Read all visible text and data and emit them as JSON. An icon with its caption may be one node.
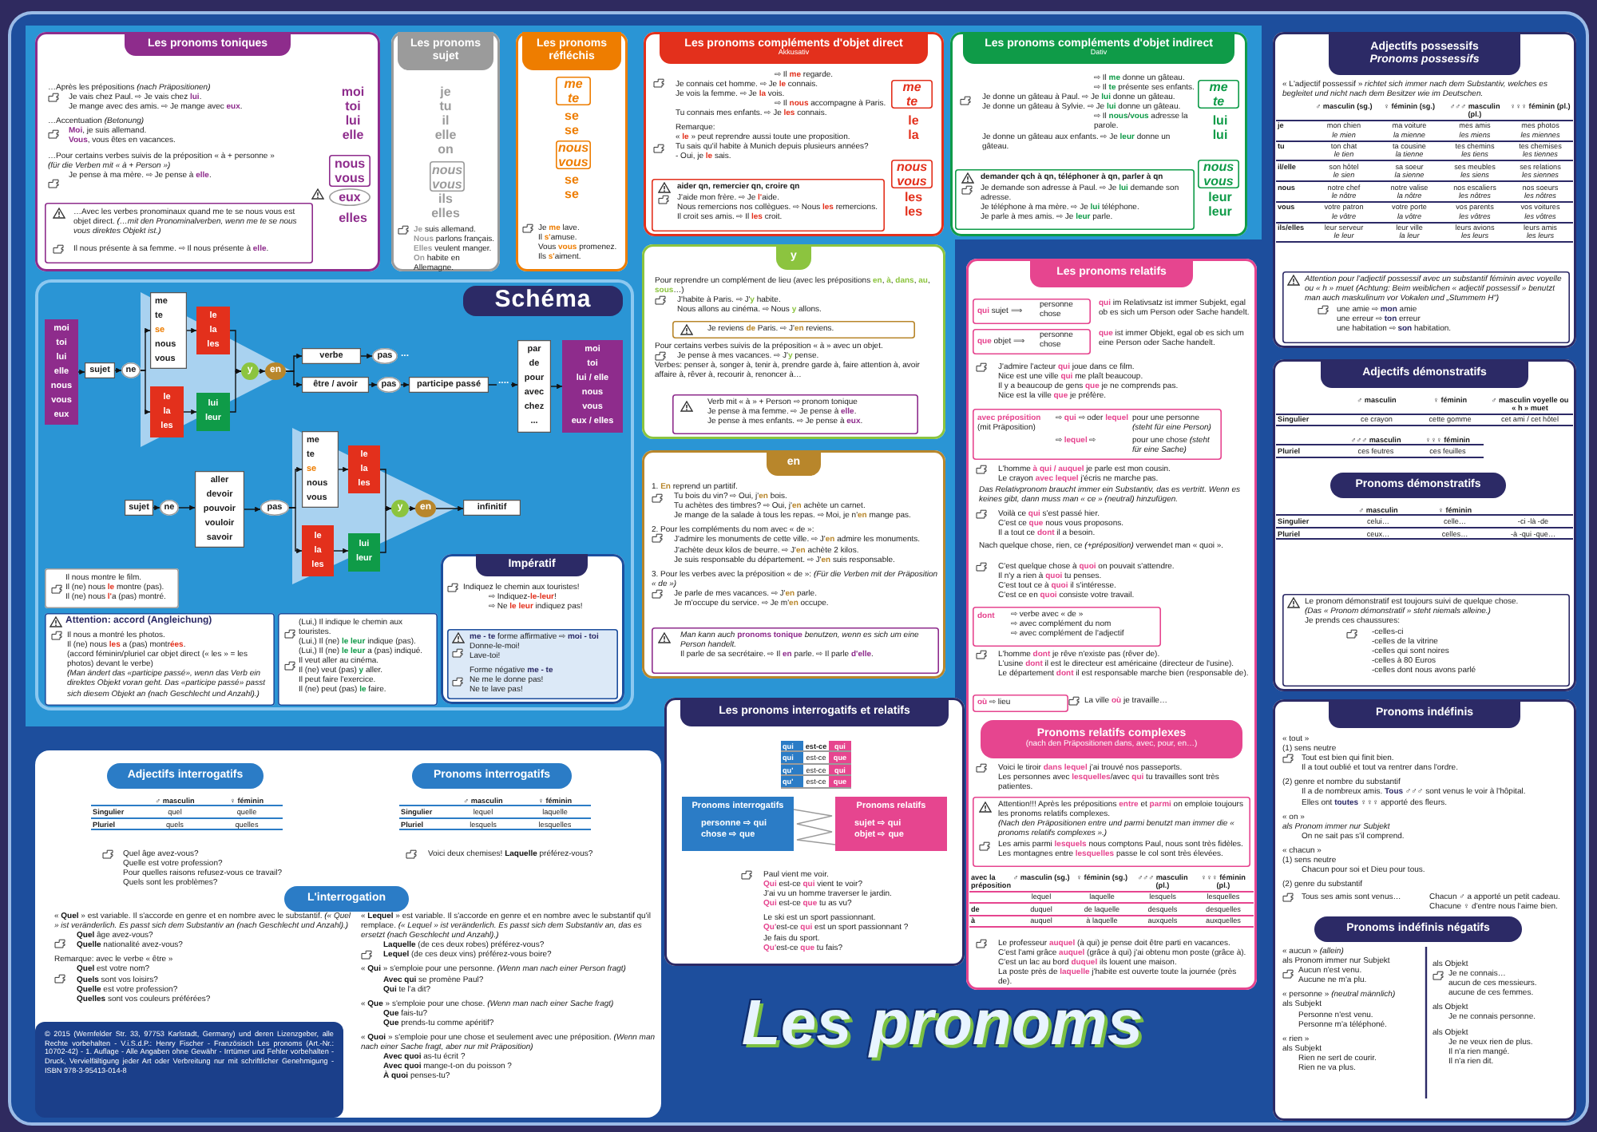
{
  "diagram": {
    "title": "Les pronoms",
    "nodes": [
      {
        "text": [
          "Les pronoms toniques",
          "…Après les prépositions *(nach Präpositionen)*",
          "Je vais chez Paul. ⇨ Je vais chez **lui**.",
          "Je mange avec des amis. ⇨ Je mange avec **eux**.",
          "…Accentuation *(Betonung)*",
          "**Moi**, je suis allemand.",
          "**Vous**, vous êtes en vacances.",
          "…Pour certains verbes suivis de la préposition « à + personne »",
          "(für die Verben mit « à + Person »)",
          "Je pense à ma mère. ⇨ Je pense à **elle**.",
          "moi",
          "toi",
          "lui",
          "elle",
          "elles"
        ]
      },
      {
        "text": [
          "nous",
          "vous"
        ],
        "in": 0
      },
      {
        "text": [
          "eux"
        ],
        "in": 0
      },
      {
        "text": [
          "…Avec les verbes pronominaux quand me te se nous vous est objet direct. *(…mit den Pronominalverben, wenn me te se nous vous direktes Objekt ist.)*",
          "Il nous présente à sa femme. ⇨ Il nous présente à **elle**."
        ],
        "in": 0
      },
      {
        "text": [
          "Les pronoms sujet",
          "je",
          "tu",
          "il",
          "elle",
          "on",
          "ils",
          "elles",
          "**Je** suis allemand.",
          "**Nous** parlons français.",
          "**Elles** veulent manger.",
          "**On** habite en Allemagne."
        ]
      },
      {
        "text": [
          "nous",
          "vous"
        ],
        "in": 4
      },
      {
        "text": [
          "Les pronoms réfléchis",
          "se",
          "se",
          "se",
          "se",
          "Je **me** lave.",
          "Il **s'**amuse.",
          "Vous **vous** promenez.",
          "Ils **s'**aiment."
        ]
      },
      {
        "text": [
          "me",
          "te"
        ],
        "in": 6
      },
      {
        "text": [
          "nous",
          "vous"
        ],
        "in": 6
      },
      {
        "text": [
          "Schéma"
        ]
      },
      {
        "text": [
          "moi",
          "toi",
          "lui",
          "elle",
          "nous",
          "vous",
          "eux"
        ],
        "in": 9
      },
      {
        "text": [
          "sujet"
        ],
        "in": 9
      },
      {
        "text": [
          "ne"
        ],
        "in": 9
      },
      {
        "text": [
          "me",
          "te",
          "se",
          "nous",
          "vous"
        ],
        "in": 9
      },
      {
        "text": [
          "le",
          "la",
          "les"
        ],
        "in": 9
      },
      {
        "text": [
          "le",
          "la",
          "les"
        ],
        "in": 9
      },
      {
        "text": [
          "lui",
          "leur"
        ],
        "in": 9
      },
      {
        "text": [
          "y"
        ],
        "in": 9
      },
      {
        "text": [
          "en"
        ],
        "in": 9
      },
      {
        "text": [
          "verbe"
        ],
        "in": 9
      },
      {
        "text": [
          "pas"
        ],
        "in": 9,
        "beside": [
          "..."
        ]
      },
      {
        "text": [
          "être / avoir"
        ],
        "in": 9
      },
      {
        "text": [
          "pas"
        ],
        "in": 9
      },
      {
        "text": [
          "participe passé"
        ],
        "in": 9
      },
      {
        "text": [
          "par",
          "de",
          "pour",
          "avec",
          "chez",
          "..."
        ],
        "in": 9
      },
      {
        "text": [
          "moi",
          "toi",
          "lui / elle",
          "nous",
          "vous",
          "eux / elles"
        ],
        "in": 9
      },
      {
        "text": [
          "sujet"
        ],
        "in": 9
      },
      {
        "text": [
          "ne"
        ],
        "in": 9
      },
      {
        "text": [
          "aller",
          "devoir",
          "pouvoir",
          "vouloir",
          "savoir"
        ],
        "in": 9
      },
      {
        "text": [
          "pas"
        ],
        "in": 9
      },
      {
        "text": [
          "me",
          "te",
          "se",
          "nous",
          "vous"
        ],
        "in": 9
      },
      {
        "text": [
          "le",
          "la",
          "les"
        ],
        "in": 9
      },
      {
        "text": [
          "le",
          "la",
          "les"
        ],
        "in": 9
      },
      {
        "text": [
          "lui",
          "leur"
        ],
        "in": 9
      },
      {
        "text": [
          "y"
        ],
        "in": 9
      },
      {
        "text": [
          "en"
        ],
        "in": 9
      },
      {
        "text": [
          "infinitif"
        ],
        "in": 9
      },
      {
        "text": [
          "Il nous montre le film.",
          "Il (ne) nous **le** montre (pas).",
          "Il (ne) nous **l'**a (pas) montré."
        ],
        "in": 9
      },
      {
        "text": [
          "Attention: accord (Angleichung)",
          "Il nous a montré les photos.",
          "Il (ne) nous **les** a (pas) montr**ées**.",
          "(accord féminin/pluriel car objet direct (« les » = les photos) devant le verbe)",
          "(Man ändert das «participe passé», wenn das Verb ein direktes Objekt voran geht. Das «participe passé» passt sich diesem Objekt an (nach Geschlecht und Anzahl).)"
        ],
        "in": 9
      },
      {
        "text": [
          "(Lui,) Il indique le chemin aux touristes.",
          "(Lui,) Il (ne) **le leur** indique (pas).",
          "(Lui,) Il (ne) **le leur** a (pas) indiqué.",
          "Il veut aller au cinéma.",
          "Il (ne) veut (pas) **y** aller.",
          "Il peut faire l'exercice.",
          "Il (ne) peut (pas) **le** faire."
        ],
        "in": 9
      },
      {
        "text": [
          "Impératif",
          "Indiquez le chemin aux touristes!",
          "⇨ Indiquez-**le**-**leur**!",
          "⇨ Ne **le** **leur** indiquez pas!"
        ],
        "in": 9
      },
      {
        "text": [
          "**me - te** forme affirmative ⇨ **moi - toi**",
          "Donne-le-moi!",
          "Lave-toi!",
          "Forme négative **me - te**",
          "Ne me le donne pas!",
          "Ne te lave pas!"
        ],
        "in": 40
      },
      {
        "text": [
          "Les pronoms compléments d'objet direct",
          "Akkusativ",
          "⇨ Il **me** regarde.",
          "Je connais cet homme. ⇨ Je **le** connais.",
          "Je vois la femme. ⇨ Je **la** vois.",
          "⇨ Il **nous** accompagne à Paris.",
          "Tu connais mes enfants. ⇨ Je **les** connais.",
          "Remarque:",
          "« **le** » peut reprendre aussi toute une proposition.",
          "Tu sais qu'il habite à Munich depuis plusieurs années?",
          "- Oui, je **le** sais.",
          "le",
          "la",
          "les",
          "les"
        ]
      },
      {
        "text": [
          "me",
          "te"
        ],
        "in": 42
      },
      {
        "text": [
          "nous",
          "vous"
        ],
        "in": 42
      },
      {
        "text": [
          "aider qn, remercier qn, croire qn",
          "J'aide mon frère. ⇨ Je **l'**aide.",
          "Nous remercions nos collègues. ⇨ Nous **les** remercions.",
          "Il croit ses amis. ⇨ Il **les** croit."
        ],
        "in": 42
      },
      {
        "text": [
          "Les pronoms compléments d'objet indirect",
          "Dativ",
          "⇨ Il **me** donne un gâteau.",
          "⇨ Il **te** présente ses enfants.",
          "Je donne un gâteau à Paul. ⇨ Je **lui** donne un gâteau.",
          "Je donne un gâteau à Sylvie. ⇨ Je **lui** donne un gâteau.",
          "⇨ Il **nous**/**vous** adresse la parole.",
          "Je donne un gâteau aux enfants. ⇨ Je **leur** donne un gâteau.",
          "lui",
          "lui",
          "leur",
          "leur"
        ]
      },
      {
        "text": [
          "me",
          "te"
        ],
        "in": 46
      },
      {
        "text": [
          "nous",
          "vous"
        ],
        "in": 46
      },
      {
        "text": [
          "demander qch à qn, téléphoner à qn, parler à qn",
          "Je demande son adresse à Paul. ⇨ Je **lui** demande son adresse.",
          "Je téléphone à ma mère. ⇨ Je **lui** téléphone.",
          "Je parle à mes amis. ⇨ Je **leur** parle."
        ],
        "in": 46
      },
      {
        "text": [
          "y",
          "Pour reprendre un complément de lieu (avec les prépositions **en**, **à**, **dans**, **au**, **sous**…)",
          "J'habite à Paris. ⇨ J'**y** habite.",
          "Nous allons au cinéma. ⇨ Nous **y** allons.",
          "Pour certains verbes suivis de la préposition « à » avec un objet.",
          "Je pense à mes vacances. ⇨ J'**y** pense.",
          "Verbes: penser à, songer à, tenir à, prendre garde à, faire attention à, avoir affaire à, rêver à, recourir à, renoncer à…"
        ]
      },
      {
        "text": [
          "Je reviens **de** Paris. ⇨ J'**en** reviens."
        ],
        "in": 50
      },
      {
        "text": [
          "Verb mit « à » + Person ⇨ pronom tonique",
          "Je pense à ma femme. ⇨ Je pense à **elle**.",
          "Je pense à mes enfants. ⇨ Je pense à **eux**."
        ],
        "in": 50
      },
      {
        "text": [
          "en",
          "1. **En** reprend un partitif.",
          "Tu bois du vin? ⇨ Oui, j'**en** bois.",
          "Tu achètes des timbres? ⇨ Oui, j'**en** achète un carnet.",
          "Je mange de la salade à tous les repas. ⇨ Moi, je n'**en** mange pas.",
          "2. Pour les compléments du nom avec « de »:",
          "J'admire les monuments de cette ville. ⇨ J'**en** admire les monuments.",
          "J'achète deux kilos de beurre. ⇨ J'**en** achète 2 kilos.",
          "Je suis responsable du département. ⇨ J'**en** suis responsable.",
          "3. Pour les verbes avec la préposition « de »: *(Für die Verben mit der Präposition « de »)*",
          "Je parle de mes vacances. ⇨ J'**en** parle.",
          "Je m'occupe du service. ⇨ Je m'**en** occupe."
        ]
      },
      {
        "text": [
          "*Man kann auch* **pronoms tonique** *benutzen, wenn es sich um eine Person handelt.*",
          "Il parle de sa secrétaire. ⇨ Il **en** parle. ⇨ Il parle **d'elle**."
        ],
        "in": 53
      },
      {
        "text": [
          "Les pronoms interrogatifs et relatifs",
          "Paul vient me voir.",
          "**Qui** est-ce **qui** vient te voir?",
          "J'ai vu un homme traverser le jardin.",
          "**Qui** est-ce **que** tu as vu?",
          "Le ski est un sport passionnant.",
          "**Qu'**est-ce **qui** est un sport passionnant ?",
          "Je fais du sport.",
          "**Qu'**est-ce **que** tu fais?"
        ]
      },
      {
        "text": [
          "qui",
          "est-ce",
          "qui",
          "qui",
          "est-ce",
          "que",
          "qu'",
          "est-ce",
          "qui",
          "qu'",
          "est-ce",
          "que"
        ],
        "in": 55
      },
      {
        "text": [
          "Pronoms interrogatifs",
          "personne ⇨ qui",
          "chose ⇨ que"
        ],
        "in": 55
      },
      {
        "text": [
          "Pronoms relatifs",
          "sujet ⇨ qui",
          "objet ⇨ que"
        ],
        "in": 55
      },
      {
        "text": [
          "Les pronoms relatifs",
          "**qui** im Relativsatz ist immer Subjekt, egal ob es sich um Person oder Sache handelt.",
          "**que** ist immer Objekt, egal ob es sich um eine Person oder Sache handelt.",
          "J'admire l'acteur **qui** joue dans ce film.",
          "Nice est une ville **qui** me plaît beaucoup.",
          "Il y a beaucoup de gens **que** je ne comprends pas.",
          "Nice est la ville **que** je préfère.",
          "L'homme **à qui / auquel** je parle est mon cousin.",
          "Le crayon **avec lequel** j'écris ne marche pas.",
          "Das Relativpronom braucht immer ein Substantiv, das es vertritt. Wenn es keines gibt, dann muss man « ce » (neutral) hinzufügen.",
          "Voilà ce **qui** s'est passé hier.",
          "C'est ce **que** nous vous proposons.",
          "Il a tout ce **dont** il a besoin.",
          "Nach quelque chose, rien, ce *(+préposition)* verwendet man « quoi ».",
          "C'est quelque chose à **quoi** on pouvait s'attendre.",
          "Il n'y a rien à **quoi** tu penses.",
          "C'est tout ce à **quoi** il s'intéresse.",
          "C'est ce en **quoi** consiste votre travail.",
          "L'homme **dont** je rêve n'existe pas (rêver de).",
          "L'usine **dont** il est le directeur est américaine (directeur de l'usine).",
          "Le département **dont** il est responsable marche bien (responsable de).",
          "La ville **où** je travaille…",
          "Voici le tiroir **dans lequel** j'ai trouvé nos passeports.",
          "Les personnes avec **lesquelles**/avec **qui** tu travailles sont très patientes.",
          "Le professeur **auquel** (à qui) je pense doit être parti en vacances.",
          "C'est l'ami grâce **auquel** (grâce à qui) j'ai obtenu mon poste (grâce à).",
          "C'est un lac au bord **duquel** ils louent une maison.",
          "La poste près de **laquelle** j'habite est ouverte toute la journée (près de)."
        ]
      },
      {
        "text": [
          "**qui** sujet ⟹",
          "personne",
          "chose"
        ],
        "in": 59
      },
      {
        "text": [
          "**que** objet ⟹",
          "personne",
          "chose"
        ],
        "in": 59
      },
      {
        "text": [
          "**avec préposition** (mit Präposition)",
          "⇨ **qui** ⇨ oder **lequel**",
          "⇨ **lequel** ⇨",
          "pour une personne *(steht für eine Person)*",
          "pour une chose *(steht für eine Sache)*"
        ],
        "in": 59
      },
      {
        "text": [
          "dont",
          "⇨ verbe avec « de »",
          "⇨ avec complément du nom",
          "⇨ avec complément de l'adjectif"
        ],
        "in": 59
      },
      {
        "text": [
          "**où** ⇨ lieu"
        ],
        "in": 59
      },
      {
        "text": [
          "Pronoms relatifs complexes",
          "(nach den Präpositionen dans, avec, pour, en…)"
        ],
        "in": 59
      },
      {
        "text": [
          "Attention!!! Après les prépositions **entre** et **parmi** on emploie toujours les pronoms relatifs complexes.",
          "(Nach den Präpositionen entre und parmi benutzt man immer die « pronoms relatifs complexes ».)",
          "Les amis parmi **lesquels** nous comptons Paul, nous sont très fidèles.",
          "Les montagnes entre **lesquelles** passe le col sont très élevées."
        ],
        "in": 59
      },
      {
        "text": [
          "avec la préposition",
          "♂ masculin (sg.)",
          "♀ féminin (sg.)",
          "♂♂♂ masculin (pl.)",
          "♀♀♀ féminin (pl.)",
          "lequel",
          "laquelle",
          "lesquels",
          "lesquelles",
          "de",
          "duquel",
          "de laquelle",
          "desquels",
          "desquelles",
          "à",
          "auquel",
          "à laquelle",
          "auxquels",
          "auxquelles"
        ],
        "in": 59
      },
      {
        "text": [
          "Adjectifs possessifs",
          "Pronoms possessifs",
          "« L'adjectif possessif » *richtet sich immer nach dem Substantiv, welches es begleitet und nicht nach dem Besitzer wie im Deutschen.*"
        ]
      },
      {
        "text": [
          "♂ masculin (sg.)",
          "♀ féminin (sg.)",
          "♂♂♂ masculin (pl.)",
          "♀♀♀ féminin (pl.)",
          "je",
          "mon chien *le mien*",
          "ma voiture *la mienne*",
          "mes amis *les miens*",
          "mes photos *les miennes*",
          "tu",
          "ton chat *le tien*",
          "ta cousine *la tienne*",
          "tes chemins *les tiens*",
          "tes chemises *les tiennes*",
          "il/elle",
          "son hôtel *le sien*",
          "sa soeur *la sienne*",
          "ses meubles *les siens*",
          "ses relations *les siennes*",
          "nous",
          "notre chef *le nôtre*",
          "notre valise *la nôtre*",
          "nos escaliers *les nôtres*",
          "nos soeurs *les nôtres*",
          "vous",
          "votre patron *le vôtre*",
          "votre porte *la vôtre*",
          "vos parents *les vôtres*",
          "vos voitures *les vôtres*",
          "ils/elles",
          "leur serveur *le leur*",
          "leur ville *la leur*",
          "leurs avions *les leurs*",
          "leurs amis *les leurs*"
        ],
        "in": 68
      },
      {
        "text": [
          "Attention pour l'adjectif possessif avec un substantif féminin avec voyelle ou « h » muet (Achtung: Beim weiblichen « adjectif possessif » benutzt man auch maskulinum vor Vokalen und „Stummem H“)",
          "une amie ⇨ **mon** amie",
          "une erreur ⇨ **ton** erreur",
          "une habitation ⇨ **son** habitation."
        ],
        "in": 68
      },
      {
        "text": [
          "Adjectifs démonstratifs",
          "Pronoms démonstratifs"
        ]
      },
      {
        "text": [
          "♂ masculin",
          "♀ féminin",
          "♂ masculin voyelle ou « h » muet",
          "Singulier",
          "ce crayon",
          "cette gomme",
          "cet ami / cet hôtel"
        ],
        "in": 71
      },
      {
        "text": [
          "♂♂♂ masculin",
          "♀♀♀ féminin",
          "Pluriel",
          "ces feutres",
          "ces feuilles"
        ],
        "in": 71
      },
      {
        "text": [
          "♂ masculin",
          "♀ féminin",
          "Singulier",
          "celui…",
          "celle…",
          "-ci -là -de",
          "Pluriel",
          "ceux…",
          "celles…",
          "-à -qui -que…"
        ],
        "in": 71
      },
      {
        "text": [
          "Le pronom démonstratif est toujours suivi de quelque chose.",
          "(Das « Pronom démonstratif » steht niemals alleine.)",
          "Je prends ces chaussures:",
          "-celles-ci",
          "-celles de la vitrine",
          "-celles qui sont noires",
          "-celles à 80 Euros",
          "-celles dont nous avons parlé"
        ],
        "in": 71
      },
      {
        "text": [
          "Pronoms indéfinis",
          "« tout »",
          "(1) sens neutre",
          "Tout est bien qui finit bien.",
          "Il a tout oublié et tout va rentrer dans l'ordre.",
          "(2) genre et nombre du substantif",
          "Il a de nombreux amis. **Tous** ♂♂♂ sont venus le voir à l'hôpital.",
          "Elles ont **toutes** ♀♀♀ apporté des fleurs.",
          "« on »",
          "als Pronom immer nur Subjekt",
          "On ne sait pas s'il comprend.",
          "« chacun »",
          "(1) sens neutre",
          "Chacun pour soi et Dieu pour tous.",
          "(2) genre du substantif",
          "Tous ses amis sont venus…",
          "Chacun ♂ a apporté un petit cadeau.",
          "Chacune ♀ d'entre nous l'aime bien.",
          "Pronoms indéfinis négatifs",
          "« aucun » *(allein)*",
          "als Pronom immer nur Subjekt",
          "Aucun n'est venu.",
          "Aucune ne m'a plu.",
          "« personne » *(neutral männlich)*",
          "als Subjekt",
          "Personne n'est venu.",
          "Personne m'a téléphoné.",
          "« rien »",
          "als Subjekt",
          "Rien ne sert de courir.",
          "Rien ne va plus.",
          "als Objekt",
          "Je ne connais…",
          "aucun de ces messieurs.",
          "aucune de ces femmes.",
          "als Objekt",
          "Je ne connais personne.",
          "als Objekt",
          "Je ne veux rien de plus.",
          "Il n'a rien mangé.",
          "Il n'a rien dit."
        ]
      },
      {
        "text": [
          "Quel âge avez-vous?",
          "Quelle est votre profession?",
          "Pour quelles raisons refusez-vous ce travail?",
          "Quels sont les problèmes?",
          "Voici deux chemises! **Laquelle** préférez-vous?",
          "« **Quel** » est variable. Il s'accorde en genre et en nombre avec le substantif. *(« Quel » ist veränderlich. Es passt sich dem Substantiv an (nach Geschlecht und Anzahl).)*",
          "**Quel** âge avez-vous?",
          "**Quelle** nationalité avez-vous?",
          "Remarque: avec le verbe « être »",
          "**Quel** est votre nom?",
          "**Quels** sont vos loisirs?",
          "**Quelle** est votre profession?",
          "**Quelles** sont vos couleurs préférées?",
          "« **Lequel** » est variable. Il s'accorde en genre et en nombre avec le substantif qu'il remplace. *(« Lequel » ist veränderlich. Es passt sich dem Substantiv an, das es ersetzt (nach Geschlecht und Anzahl).)*",
          "**Laquelle** (de ces deux robes) préférez-vous?",
          "**Lequel** (de ces deux vins) préférez-vous boire?",
          "« **Qui** » s'emploie pour une personne. *(Wenn man nach einer Person fragt)*",
          "**Avec qui** se promène Paul?",
          "**Qui** te l'a dit?",
          "« **Que** » s'emploie pour une chose. *(Wenn man nach einer Sache fragt)*",
          "**Que** fais-tu?",
          "**Que** prends-tu comme apéritif?",
          "« **Quoi** » s'emploie pour une chose et seulement avec une préposition. *(Wenn man nach einer Sache fragt, aber nur mit Präposition)*",
          "**Avec quoi** as-tu écrit ?",
          "**Avec quoi** mange-t-on du poisson ?",
          "**À quoi** penses-tu?"
        ]
      },
      {
        "text": [
          "Adjectifs interrogatifs"
        ],
        "in": 77
      },
      {
        "text": [
          "♂ masculin",
          "♀ féminin",
          "Singulier",
          "quel",
          "quelle",
          "Pluriel",
          "quels",
          "quelles"
        ],
        "in": 77
      },
      {
        "text": [
          "Pronoms interrogatifs"
        ],
        "in": 77
      },
      {
        "text": [
          "♂ masculin",
          "♀ féminin",
          "Singulier",
          "lequel",
          "laquelle",
          "Pluriel",
          "lesquels",
          "lesquelles"
        ],
        "in": 77
      },
      {
        "text": [
          "L'interrogation"
        ],
        "in": 77
      },
      {
        "text": [
          "© 2015 (Wernfelder Str. 33, 97753 Karlstadt, Germany) und deren Lizenzgeber, alle Rechte vorbehalten - V.i.S.d.P.: Henry Fischer - Französisch Les pronoms (Art.-Nr.: 10702-42) - 1. Auflage - Alle Angaben ohne Gewähr - Irrtümer und Fehler vorbehalten - Druck, Vervielfältigung jeder Art oder Verbreitung nur mit schriftlicher Genehmigung - ISBN 978-3-95413-014-8"
        ],
        "in": 77
      }
    ],
    "edges": [
      {
        "from": 10,
        "to": 11,
        "arrow": "to"
      },
      {
        "from": 11,
        "to": 12,
        "arrow": "to"
      },
      {
        "from": 12,
        "to": 13,
        "arrow": "to"
      },
      {
        "from": 12,
        "to": 15,
        "arrow": "to"
      },
      {
        "from": 13,
        "to": 14,
        "arrow": "to"
      },
      {
        "from": 15,
        "to": 16,
        "arrow": "to"
      },
      {
        "from": 14,
        "to": 17,
        "arrow": "to"
      },
      {
        "from": 16,
        "to": 17,
        "arrow": "to"
      },
      {
        "from": 17,
        "to": 18,
        "arrow": "to"
      },
      {
        "from": 18,
        "to": 19,
        "arrow": "to"
      },
      {
        "from": 18,
        "to": 21,
        "arrow": "to"
      },
      {
        "from": 19,
        "to": 20,
        "arrow": "to"
      },
      {
        "from": 21,
        "to": 22,
        "arrow": "to"
      },
      {
        "from": 22,
        "to": 23,
        "arrow": "to"
      },
      {
        "from": 23,
        "to": 24,
        "arrow": "to",
        "label": "...."
      },
      {
        "from": 24,
        "to": 25,
        "arrow": "to"
      },
      {
        "from": 26,
        "to": 27,
        "arrow": "to"
      },
      {
        "from": 27,
        "to": 28,
        "arrow": "to"
      },
      {
        "from": 28,
        "to": 29,
        "arrow": "to"
      },
      {
        "from": 29,
        "to": 30,
        "arrow": "to"
      },
      {
        "from": 29,
        "to": 32,
        "arrow": "to"
      },
      {
        "from": 30,
        "to": 31,
        "arrow": "to"
      },
      {
        "from": 32,
        "to": 33,
        "arrow": "to"
      },
      {
        "from": 31,
        "to": 34,
        "arrow": "to"
      },
      {
        "from": 33,
        "to": 34,
        "arrow": "to"
      },
      {
        "from": 34,
        "to": 35,
        "arrow": "to"
      },
      {
        "from": 35,
        "to": 36,
        "arrow": "to"
      },
      {
        "from": 57,
        "to": 58,
        "arrow": "none",
        "color": "#9b9b9b"
      }
    ]
  }
}
